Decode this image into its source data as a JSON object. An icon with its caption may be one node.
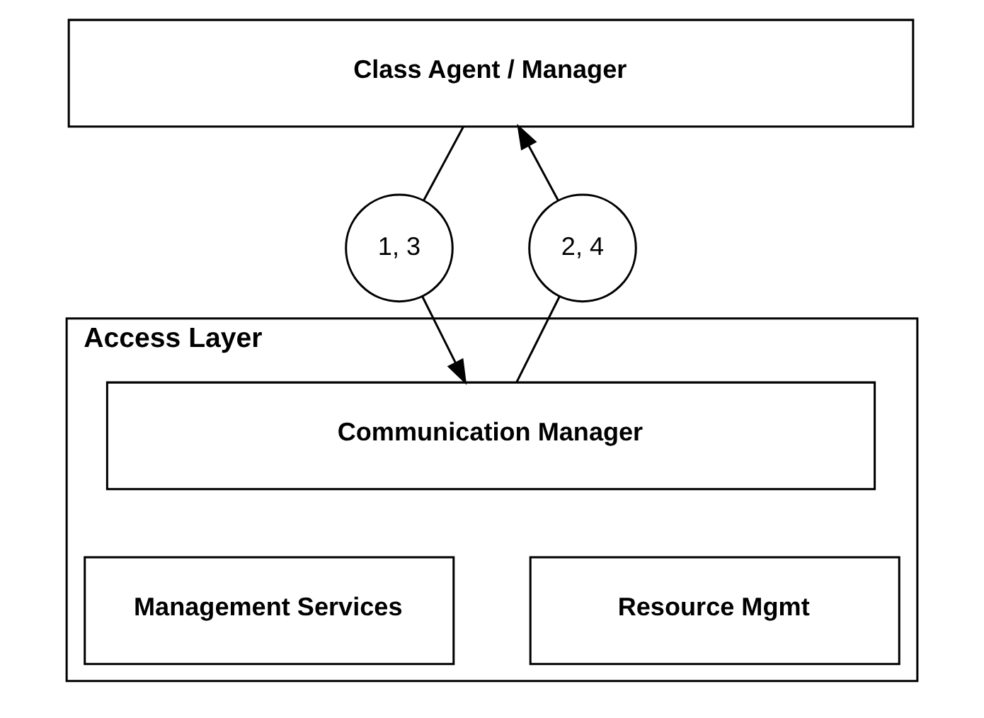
{
  "diagram": {
    "nodes": [
      {
        "text": [
          "Class Agent / Manager"
        ]
      },
      {
        "text": [
          "1, 3"
        ]
      },
      {
        "text": [
          "2, 4"
        ]
      },
      {
        "text": [
          "Access Layer"
        ]
      },
      {
        "text": [
          "Communication Manager"
        ],
        "in": 3
      },
      {
        "text": [
          "Management Services"
        ],
        "in": 3
      },
      {
        "text": [
          "Resource Mgmt"
        ],
        "in": 3
      }
    ],
    "edges": [
      {
        "from": 0,
        "to": 1,
        "arrow": "none"
      },
      {
        "from": 1,
        "to": 4,
        "arrow": "to"
      },
      {
        "from": 4,
        "to": 2,
        "arrow": "none"
      },
      {
        "from": 2,
        "to": 0,
        "arrow": "to"
      }
    ]
  }
}
